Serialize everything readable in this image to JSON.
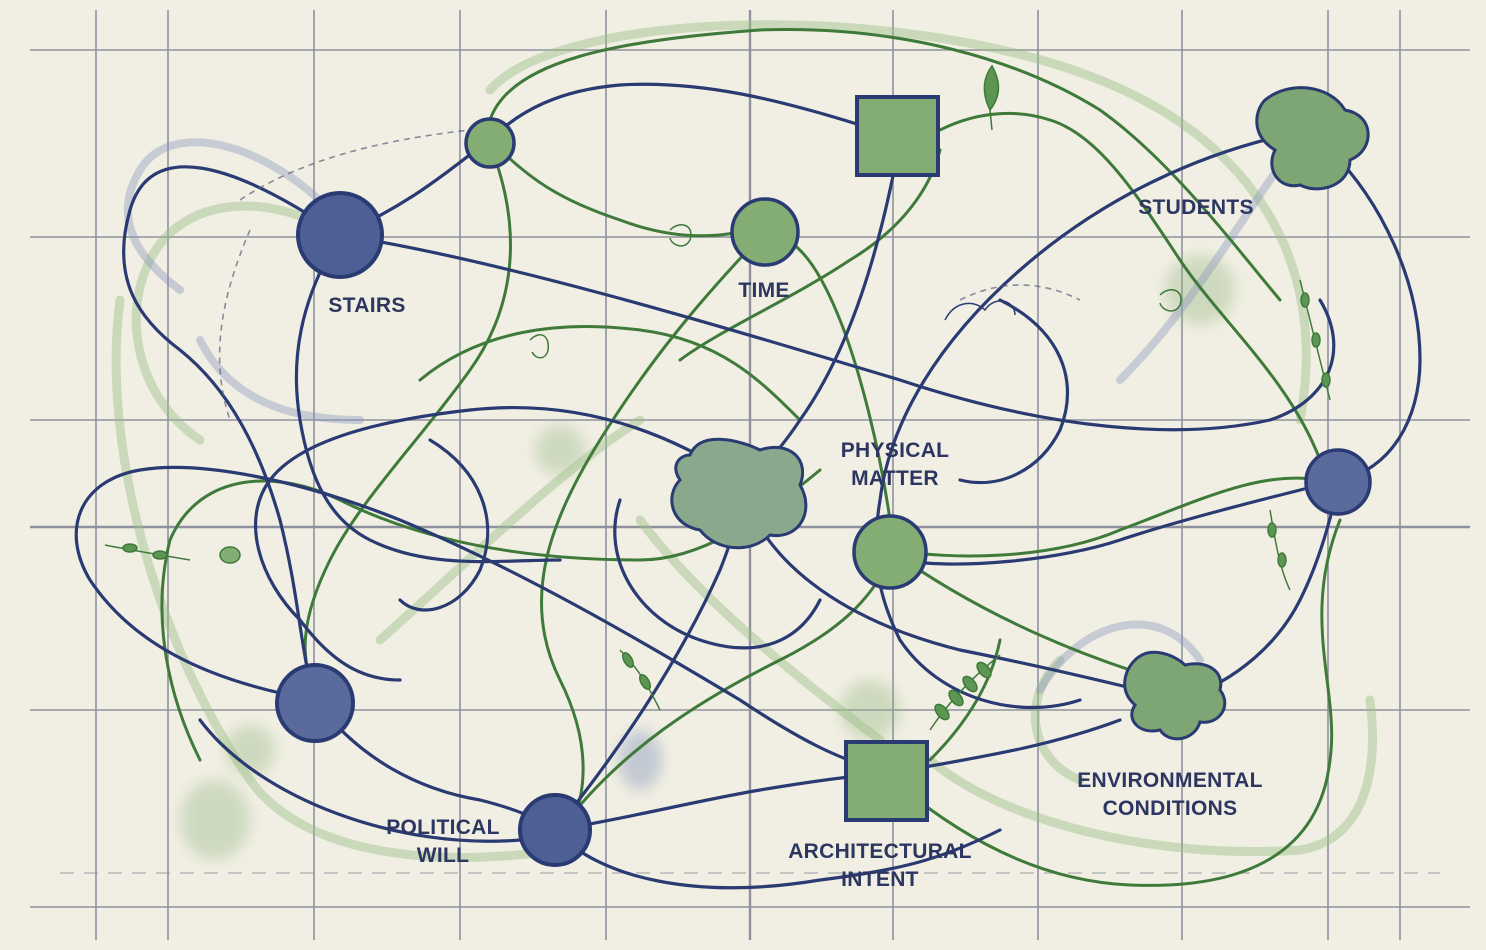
{
  "labels": {
    "stairs": "STAIRS",
    "time": "TIME",
    "students": "STUDENTS",
    "physical_matter": [
      "PHYSICAL",
      "MATTER"
    ],
    "political_will": [
      "POLITICAL",
      "WILL"
    ],
    "architectural_intent": [
      "ARCHITECTURAL",
      "INTENT"
    ],
    "environmental_conditions": [
      "ENVIRONMENTAL",
      "CONDITIONS"
    ]
  },
  "colors": {
    "paper": "#f1efe3",
    "grid": "#6f7487",
    "navy": "#2a3a72",
    "navy_fill": "#5b6a9c",
    "green": "#3f7a3a",
    "green_fill": "#84ad74",
    "label_text": "#2c3660"
  }
}
